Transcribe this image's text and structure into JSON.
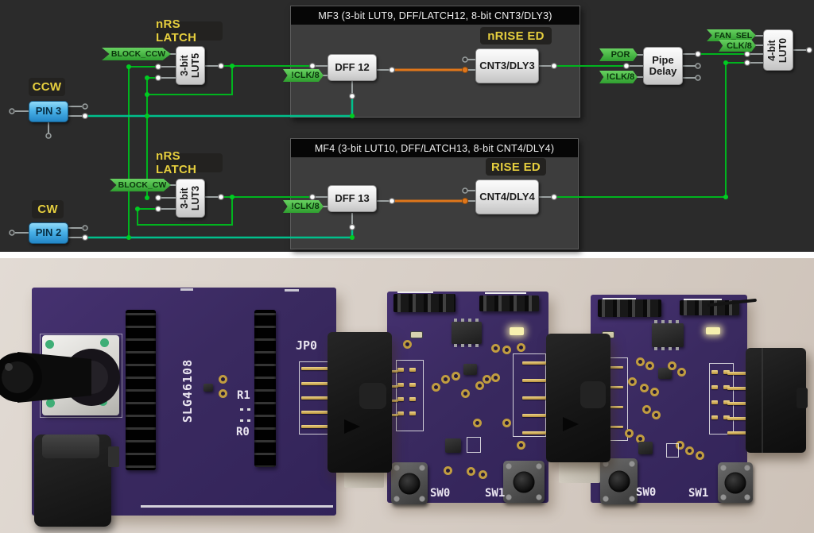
{
  "diagram": {
    "mf3_title": "MF3 (3-bit LUT9, DFF/LATCH12, 8-bit CNT3/DLY3)",
    "mf4_title": "MF4 (3-bit LUT10, DFF/LATCH13, 8-bit CNT4/DLY4)",
    "labels": {
      "ccw": "CCW",
      "cw": "CW",
      "nrs_latch_top": "nRS LATCH",
      "nrs_latch_bottom": "nRS LATCH",
      "nrise_ed": "nRISE ED",
      "rise_ed": "RISE ED"
    },
    "pins": {
      "pin3": "PIN 3",
      "pin2": "PIN 2"
    },
    "flags": {
      "block_ccw": "BLOCK_CCW",
      "block_cw": "BLOCK_CW",
      "nclk8": "!CLK/8",
      "por": "POR",
      "fan_sel": "FAN_SEL",
      "clk8": "CLK/8"
    },
    "blocks": {
      "lut5_line1": "3-bit",
      "lut5_line2": "LUT5",
      "lut3_line1": "3-bit",
      "lut3_line2": "LUT3",
      "dff12": "DFF 12",
      "dff13": "DFF 13",
      "cnt3": "CNT3/DLY3",
      "cnt4": "CNT4/DLY4",
      "pipe_line1": "Pipe",
      "pipe_line2": "Delay",
      "lut0_line1": "4-bit",
      "lut0_line2": "LUT0"
    },
    "colors": {
      "background": "#2b2b2b",
      "wire_green": "#00b41e",
      "wire_teal": "#00c08c",
      "wire_orange": "#e0761a",
      "flag_green": "#3fae3f",
      "pin_blue": "#41a8e0",
      "label_yellow": "#e3cd37"
    }
  },
  "photo": {
    "left_board": {
      "chip_label": "SLG46108",
      "header_label": "JP0",
      "r1": "R1",
      "r0": "R0"
    },
    "middle_board": {
      "sw0": "SW0",
      "sw1": "SW1"
    },
    "right_board": {
      "sw0": "SW0",
      "sw1": "SW1"
    },
    "colors": {
      "board_purple": "#3a2a5e",
      "background_beige": "#d6ccc3"
    }
  }
}
